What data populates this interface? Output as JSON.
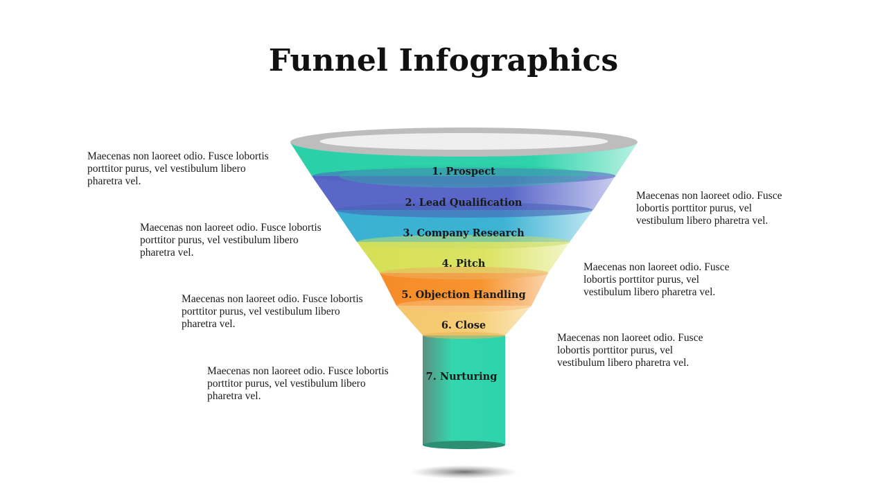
{
  "title": "Funnel Infographics",
  "stages": [
    {
      "label": "1. Prospect",
      "color": "#2fd3ab"
    },
    {
      "label": "2. Lead Qualification",
      "color": "#5a67c9"
    },
    {
      "label": "3. Company Research",
      "color": "#3db3d3"
    },
    {
      "label": "4. Pitch",
      "color": "#d9e35c"
    },
    {
      "label": "5. Objection Handling",
      "color": "#f7922f"
    },
    {
      "label": "6. Close",
      "color": "#f6cf78"
    },
    {
      "label": "7. Nurturing",
      "color": "#33d6ae"
    }
  ],
  "descriptions": [
    "Maecenas non laoreet odio. Fusce lobortis porttitor purus, vel vestibulum libero pharetra vel.",
    "Maecenas non laoreet odio. Fusce lobortis porttitor purus, vel vestibulum libero pharetra vel.",
    "Maecenas non laoreet odio. Fusce lobortis porttitor purus, vel vestibulum libero pharetra vel.",
    "Maecenas non laoreet odio. Fusce lobortis porttitor purus, vel vestibulum libero pharetra vel.",
    "Maecenas non laoreet odio. Fusce lobortis porttitor purus, vel vestibulum libero pharetra vel.",
    "Maecenas non laoreet odio. Fusce lobortis porttitor purus, vel vestibulum libero pharetra vel.",
    "Maecenas non laoreet odio. Fusce lobortis porttitor purus, vel vestibulum libero pharetra vel."
  ]
}
